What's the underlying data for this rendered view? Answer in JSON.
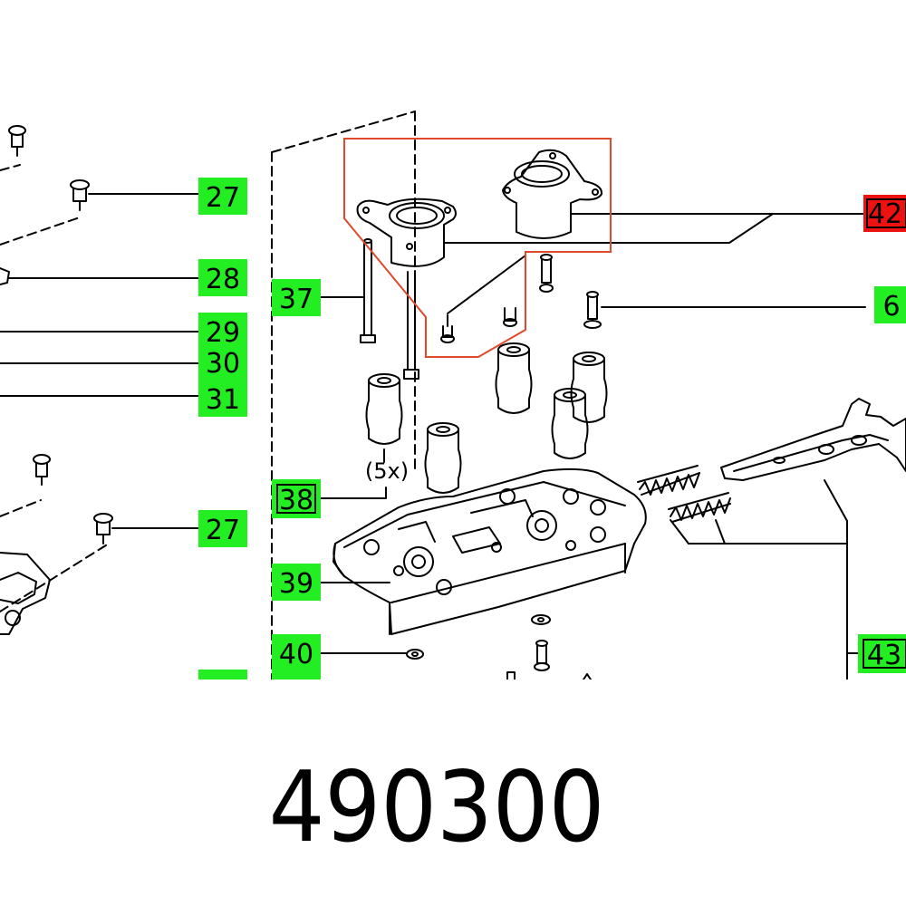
{
  "labels": {
    "l27a": "27",
    "l28": "28",
    "l29": "29",
    "l30": "30",
    "l31": "31",
    "l27b": "27",
    "l37": "37",
    "l38": "38",
    "l39": "39",
    "l40": "40",
    "l42": "42",
    "l6": "6",
    "l43": "43",
    "qty": "(5x)"
  },
  "part_number": "490300",
  "colors": {
    "badge": "#22ee22",
    "highlight": "#ee1111",
    "frame": "#e04a2a",
    "line": "#000000"
  }
}
